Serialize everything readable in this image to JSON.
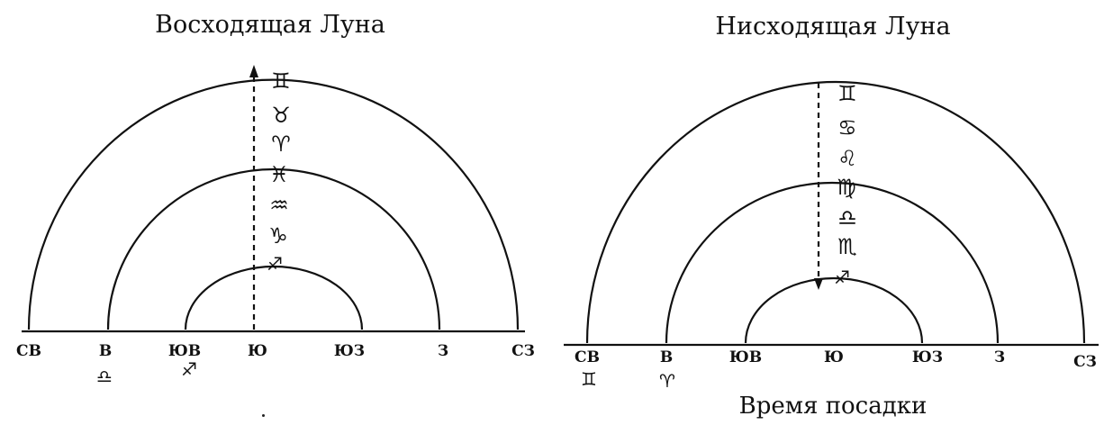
{
  "left": {
    "title": "Восходящая Луна",
    "directions": [
      "СВ",
      "В",
      "ЮВ",
      "Ю",
      "ЮЗ",
      "З",
      "СЗ"
    ],
    "signs": [
      "♊",
      "♉",
      "♈",
      "♓",
      "♒",
      "♑",
      "♐"
    ],
    "bottom_signs": [
      "♎",
      "♐"
    ]
  },
  "right": {
    "title": "Нисходящая Луна",
    "directions": [
      "СВ",
      "В",
      "ЮВ",
      "Ю",
      "ЮЗ",
      "З",
      "СЗ"
    ],
    "signs": [
      "♊",
      "♋",
      "♌",
      "♍",
      "♎",
      "♏",
      "♐"
    ],
    "bottom_signs": [
      "♊",
      "♈"
    ],
    "caption": "Время посадки"
  },
  "colors": {
    "line": "#111111",
    "background": "#ffffff"
  }
}
